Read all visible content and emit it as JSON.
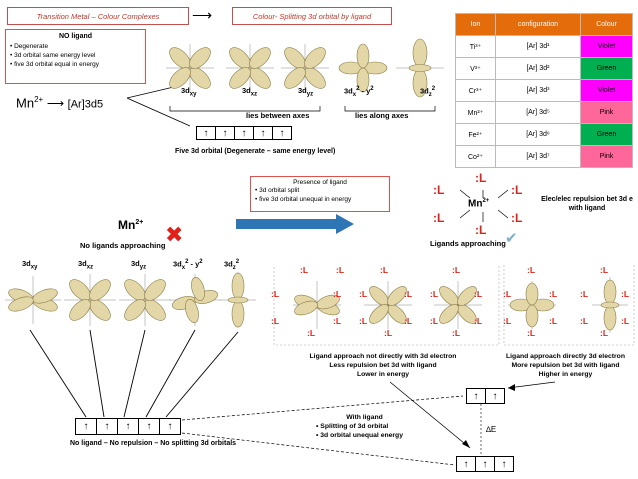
{
  "header": {
    "title": "Transition Metal – Colour Complexes",
    "arrow": "⟶",
    "subtitle": "Colour- Splitting 3d orbital  by ligand"
  },
  "no_ligand_box": {
    "title": "NO  ligand",
    "items": [
      "Degenerate",
      "3d orbital same energy level",
      "five 3d orbital equal in energy"
    ]
  },
  "ion_config": {
    "ion": "Mn",
    "charge": "2+",
    "arrow": "⟶",
    "config": "[Ar]3d5"
  },
  "top_orbitals": {
    "labels": [
      {
        "base": "3d",
        "sub": "xy"
      },
      {
        "base": "3d",
        "sub": "xz"
      },
      {
        "base": "3d",
        "sub": "yz"
      },
      {
        "base": "3d",
        "sub": "x",
        "sup": "2",
        "tail": " - y",
        "sup2": "2"
      },
      {
        "base": "3d",
        "sub": "z",
        "sup": "2"
      }
    ],
    "between_axes": "lies between axes",
    "along_axes": "lies along axes",
    "degenerate_caption": "Five 3d orbital (Degenerate – same energy level)"
  },
  "table": {
    "headers": [
      "Ion",
      "configuration",
      "Colour"
    ],
    "rows": [
      {
        "ion": "Ti³⁺",
        "config": "[Ar] 3d¹",
        "colour": "Violet",
        "color_hex": "#ff00ff"
      },
      {
        "ion": "V³⁺",
        "config": "[Ar] 3d²",
        "colour": "Green",
        "color_hex": "#00b050"
      },
      {
        "ion": "Cr³⁺",
        "config": "[Ar] 3d³",
        "colour": "Violet",
        "color_hex": "#ff00ff"
      },
      {
        "ion": "Mn²⁺",
        "config": "[Ar] 3d⁵",
        "colour": "Pink",
        "color_hex": "#ff6699"
      },
      {
        "ion": "Fe²⁺",
        "config": "[Ar] 3d⁶",
        "colour": "Green",
        "color_hex": "#00b050"
      },
      {
        "ion": "Co²⁺",
        "config": "[Ar] 3d⁷",
        "colour": "Pink",
        "color_hex": "#ff6699"
      }
    ]
  },
  "presence_box": {
    "title": "Presence of ligand",
    "items": [
      "3d orbital split",
      "five 3d orbital unequal in energy"
    ]
  },
  "complex": {
    "ligand": ":L",
    "center": "Mn",
    "charge": "2+",
    "repulsion": "Elec/elec repulsion bet 3d e with ligand",
    "approaching": "Ligands approaching",
    "check": "✔"
  },
  "left_section": {
    "ion": "Mn",
    "charge": "2+",
    "no_ligands": "No ligands approaching",
    "cross": "✖",
    "labels": [
      {
        "base": "3d",
        "sub": "xy"
      },
      {
        "base": "3d",
        "sub": "xz"
      },
      {
        "base": "3d",
        "sub": "yz"
      },
      {
        "base": "3d",
        "sub": "x",
        "sup": "2",
        "tail": " - y",
        "sup2": "2"
      },
      {
        "base": "3d",
        "sub": "z",
        "sup": "2"
      }
    ],
    "caption": "No ligand – No repulsion – No splitting 3d orbitals"
  },
  "ligand_labels": {
    "l": ":L"
  },
  "lower_texts": {
    "not_directly": [
      "Ligand approach not directly with 3d electron",
      "Less repulsion bet 3d with ligand",
      "Lower in energy"
    ],
    "directly": [
      "Ligand approach directly 3d electron",
      "More repulsion bet 3d with ligand",
      "Higher in energy"
    ],
    "with_ligand_title": "With ligand",
    "with_ligand_items": [
      "Splitting of 3d orbital",
      "3d orbital unequal energy"
    ],
    "delta_e": "∆E"
  },
  "arrows": {
    "up": "↑"
  },
  "colors": {
    "accent_red": "#c0392b",
    "ligand_red": "#e0211a",
    "arrow_blue": "#2e75b6",
    "orbital_fill": "#e3d7a8",
    "orbital_stroke": "#8a7a45",
    "table_header": "#e46c0a"
  }
}
